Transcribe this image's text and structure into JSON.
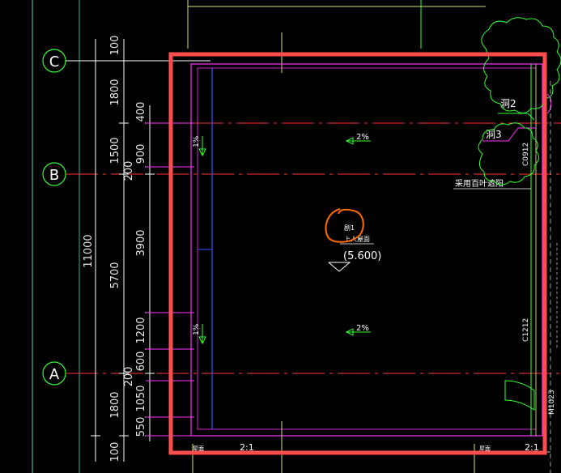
{
  "grid_axes": [
    "C",
    "B",
    "A"
  ],
  "dimensions": {
    "outer_total": "11000",
    "outer_left": [
      "100",
      "1800",
      "5700",
      "1800",
      "100"
    ],
    "outer_right": [
      "400",
      "1500",
      "200",
      "3900",
      "1200",
      "200",
      "1800"
    ],
    "inner_left": [
      "900",
      "600",
      "1050",
      "550"
    ]
  },
  "labels": {
    "room_tag": "剧1",
    "roof_note": "上人屋面",
    "elevation": "(5.600)",
    "slope_top": "2%",
    "slope_bottom": "2%",
    "slope_left_top": "1%",
    "slope_left_bottom": "1%",
    "hole2": "洞2",
    "hole3": "洞3",
    "window_c0912": "C0912",
    "window_c1212": "C1212",
    "door_m1023": "M1023",
    "shading_note": "采用百叶遮阳",
    "bottom_left_note": "屋面",
    "bottom_left_scale": "2:1",
    "bottom_right_note": "屋面",
    "bottom_right_scale": "2:1"
  },
  "colors": {
    "background": "#000000",
    "axis_bubble": "#33ff33",
    "dimension": "#ffffff",
    "wall_magenta": "#ff33ff",
    "wall_blue": "#3333ff",
    "axis_line_red": "#ff3333",
    "tree_outline": "#33ff33",
    "highlight_box": "#ff4d4d",
    "annotation_circle": "#ff6a00"
  }
}
